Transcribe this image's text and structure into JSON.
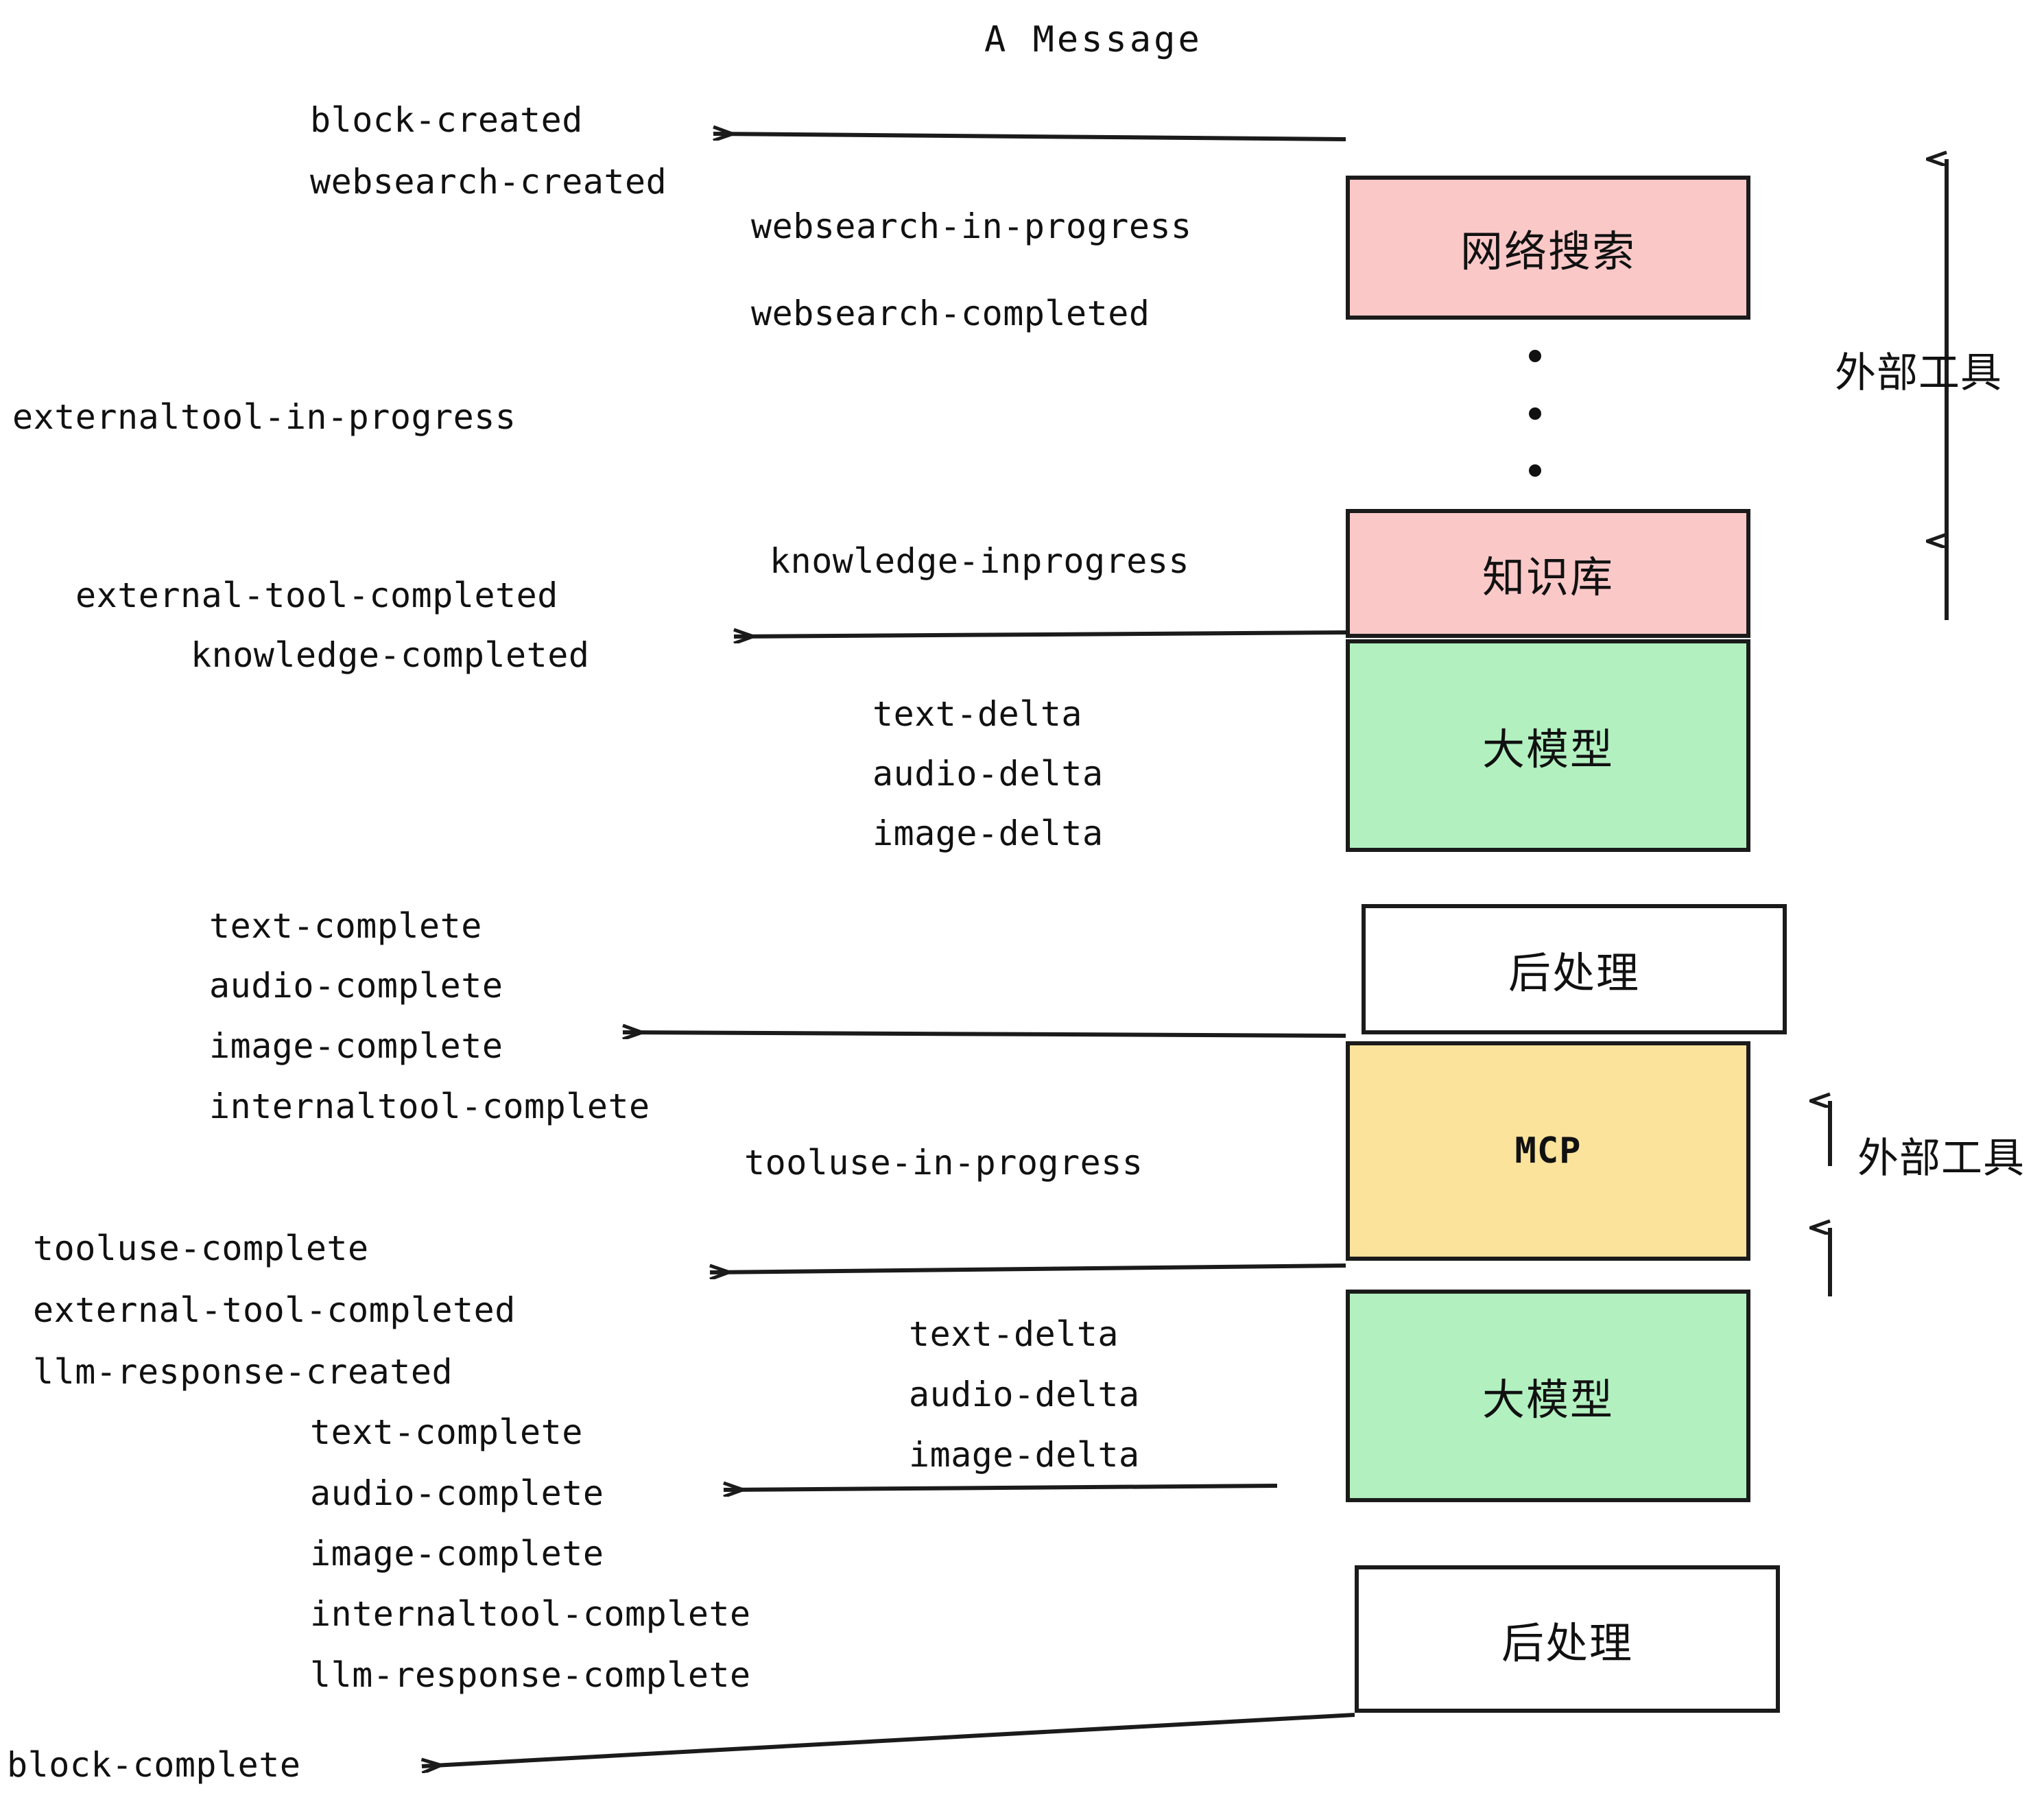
{
  "title": "A Message",
  "colors": {
    "pink": "#fbc8c8",
    "green": "#b2f0c0",
    "yellow": "#fbe39b",
    "white": "#ffffff",
    "stroke": "#1b1b1b",
    "text": "#111111"
  },
  "boxes": [
    {
      "id": "websearch",
      "label": "网络搜索",
      "fill": "#fbc8c8",
      "kind": "cjk"
    },
    {
      "id": "knowledge",
      "label": "知识库",
      "fill": "#fbc8c8",
      "kind": "cjk"
    },
    {
      "id": "llm-top",
      "label": "大模型",
      "fill": "#b2f0c0",
      "kind": "cjk"
    },
    {
      "id": "postprocess-top",
      "label": "后处理",
      "fill": "#ffffff",
      "kind": "cjk"
    },
    {
      "id": "mcp",
      "label": "MCP",
      "fill": "#fbe39b",
      "kind": "latin"
    },
    {
      "id": "llm-bottom",
      "label": "大模型",
      "fill": "#b2f0c0",
      "kind": "cjk"
    },
    {
      "id": "postprocess-bottom",
      "label": "后处理",
      "fill": "#ffffff",
      "kind": "cjk"
    }
  ],
  "side_labels": [
    {
      "id": "external-tools-top",
      "label": "外部工具"
    },
    {
      "id": "external-tools-bottom",
      "label": "外部工具"
    }
  ],
  "events": [
    {
      "id": "e01",
      "text": "block-created"
    },
    {
      "id": "e02",
      "text": "websearch-created"
    },
    {
      "id": "e03",
      "text": "websearch-in-progress"
    },
    {
      "id": "e04",
      "text": "websearch-completed"
    },
    {
      "id": "e05",
      "text": "externaltool-in-progress"
    },
    {
      "id": "e06",
      "text": "knowledge-inprogress"
    },
    {
      "id": "e07",
      "text": "external-tool-completed"
    },
    {
      "id": "e08",
      "text": "knowledge-completed"
    },
    {
      "id": "e09",
      "text": "text-delta"
    },
    {
      "id": "e10",
      "text": "audio-delta"
    },
    {
      "id": "e11",
      "text": "image-delta"
    },
    {
      "id": "e12",
      "text": "text-complete"
    },
    {
      "id": "e13",
      "text": "audio-complete"
    },
    {
      "id": "e14",
      "text": "image-complete"
    },
    {
      "id": "e15",
      "text": "internaltool-complete"
    },
    {
      "id": "e16",
      "text": "tooluse-in-progress"
    },
    {
      "id": "e17",
      "text": "tooluse-complete"
    },
    {
      "id": "e18",
      "text": "external-tool-completed"
    },
    {
      "id": "e19",
      "text": "llm-response-created"
    },
    {
      "id": "e20",
      "text": "text-delta"
    },
    {
      "id": "e21",
      "text": "audio-delta"
    },
    {
      "id": "e22",
      "text": "image-delta"
    },
    {
      "id": "e23",
      "text": "text-complete"
    },
    {
      "id": "e24",
      "text": "audio-complete"
    },
    {
      "id": "e25",
      "text": "image-complete"
    },
    {
      "id": "e26",
      "text": "internaltool-complete"
    },
    {
      "id": "e27",
      "text": "llm-response-complete"
    },
    {
      "id": "e28",
      "text": "block-complete"
    }
  ]
}
